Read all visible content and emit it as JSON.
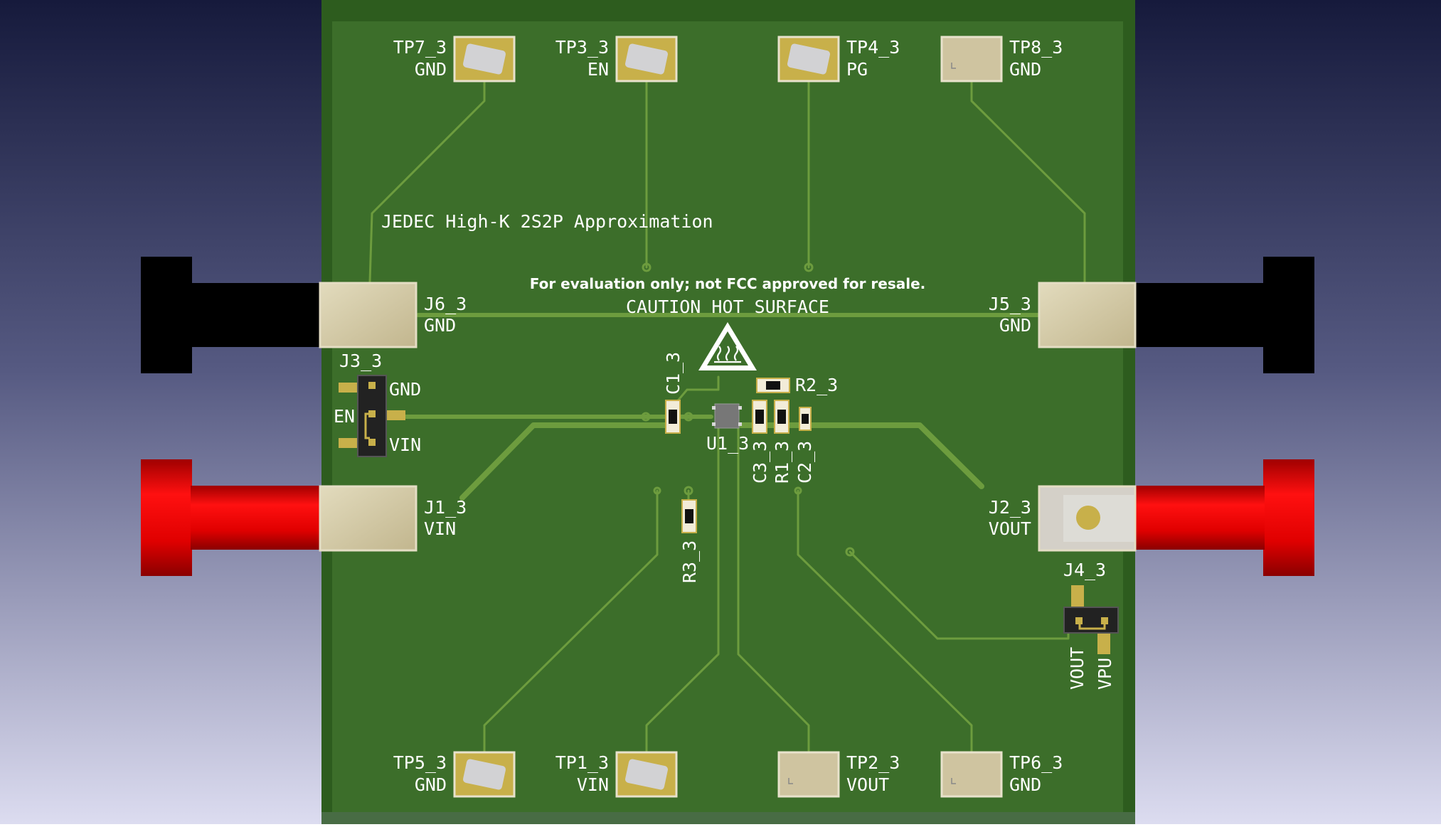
{
  "board": {
    "title": "JEDEC High-K 2S2P Approximation",
    "notice": "For evaluation only; not FCC approved for resale.",
    "caution": "CAUTION HOT SURFACE"
  },
  "test_points": [
    {
      "ref": "TP7_3",
      "net": "GND",
      "metal": true
    },
    {
      "ref": "TP3_3",
      "net": "EN",
      "metal": true
    },
    {
      "ref": "TP4_3",
      "net": "PG",
      "metal": true
    },
    {
      "ref": "TP8_3",
      "net": "GND",
      "metal": false
    },
    {
      "ref": "TP5_3",
      "net": "GND",
      "metal": true
    },
    {
      "ref": "TP1_3",
      "net": "VIN",
      "metal": true
    },
    {
      "ref": "TP2_3",
      "net": "VOUT",
      "metal": false
    },
    {
      "ref": "TP6_3",
      "net": "GND",
      "metal": false
    }
  ],
  "connectors": {
    "j6": {
      "ref": "J6_3",
      "net": "GND"
    },
    "j5": {
      "ref": "J5_3",
      "net": "GND"
    },
    "j1": {
      "ref": "J1_3",
      "net": "VIN"
    },
    "j2": {
      "ref": "J2_3",
      "net": "VOUT"
    }
  },
  "jumpers": {
    "j3": {
      "ref": "J3_3",
      "pins": [
        "GND",
        "EN",
        "VIN"
      ]
    },
    "j4": {
      "ref": "J4_3",
      "pins": [
        "VOUT",
        "VPU"
      ]
    }
  },
  "components": {
    "c1": "C1_3",
    "r2": "R2_3",
    "u1": "U1_3",
    "c3": "C3_3",
    "r1": "R1_3",
    "c2": "C2_3",
    "r3": "R3_3"
  },
  "colors": {
    "background_top": "#161a3c",
    "background_bottom": "#d8d8ee",
    "board": "#3c6e2a",
    "board_edge": "#2d5c1e",
    "trace": "#6d9c3e",
    "pad_gold": "#c8b04a",
    "pad_silver": "#d2d2d4",
    "pad_tan": "#cfc4a0",
    "banana_black": "#000000",
    "banana_red": "#e00000"
  }
}
